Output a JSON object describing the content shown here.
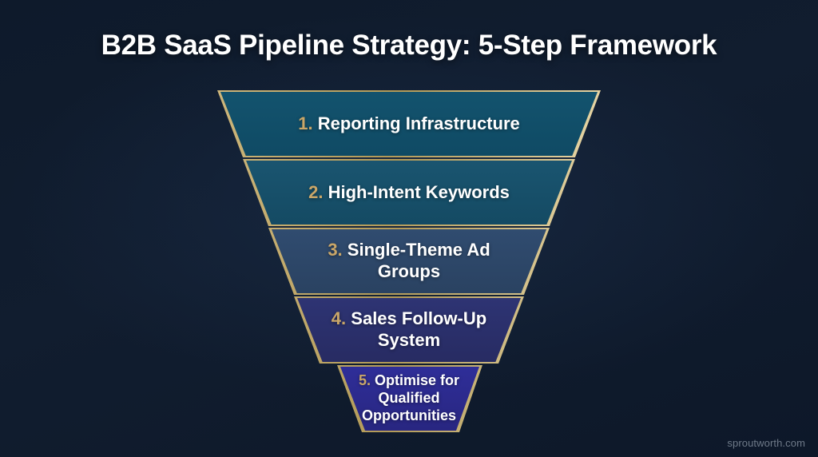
{
  "title": "B2B SaaS Pipeline Strategy: 5-Step Framework",
  "watermark": "sproutworth.com",
  "colors": {
    "background": "#101c2e",
    "title_text": "#ffffff",
    "step_number": "#c9a668",
    "step_label": "#ffffff",
    "border_gold": "#c2a75f",
    "watermark_text": "#7f8a99"
  },
  "funnel": {
    "type": "inverted-funnel",
    "step_count": 5,
    "steps": [
      {
        "number": "1.",
        "label": "Reporting Infrastructure",
        "fill": "#0f4c67"
      },
      {
        "number": "2.",
        "label": "High-Intent Keywords",
        "fill": "#17516b"
      },
      {
        "number": "3.",
        "label": "Single-Theme Ad\nGroups",
        "fill": "#2c4668"
      },
      {
        "number": "4.",
        "label": "Sales Follow-Up\nSystem",
        "fill": "#2a2f6b"
      },
      {
        "number": "5.",
        "label": "Optimise for\nQualified\nOpportunities",
        "fill": "#2b2a8e"
      }
    ]
  }
}
